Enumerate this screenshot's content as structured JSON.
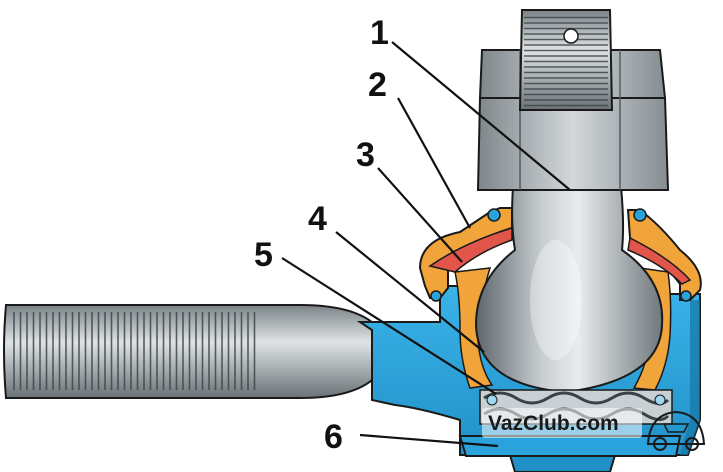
{
  "diagram": {
    "callouts": [
      {
        "id": "1",
        "label": "1"
      },
      {
        "id": "2",
        "label": "2"
      },
      {
        "id": "3",
        "label": "3"
      },
      {
        "id": "4",
        "label": "4"
      },
      {
        "id": "5",
        "label": "5"
      },
      {
        "id": "6",
        "label": "6"
      }
    ]
  },
  "watermark": {
    "text": "VazClub.com"
  },
  "colors": {
    "housing": "#2aa3dc",
    "housing_dark": "#1576a8",
    "boot": "#f0a43a",
    "boot_dark": "#c67616",
    "liner": "#e2554a",
    "steel": "#9aa3a8",
    "steel_dark": "#4a5156",
    "outline": "#1a1a1a"
  }
}
